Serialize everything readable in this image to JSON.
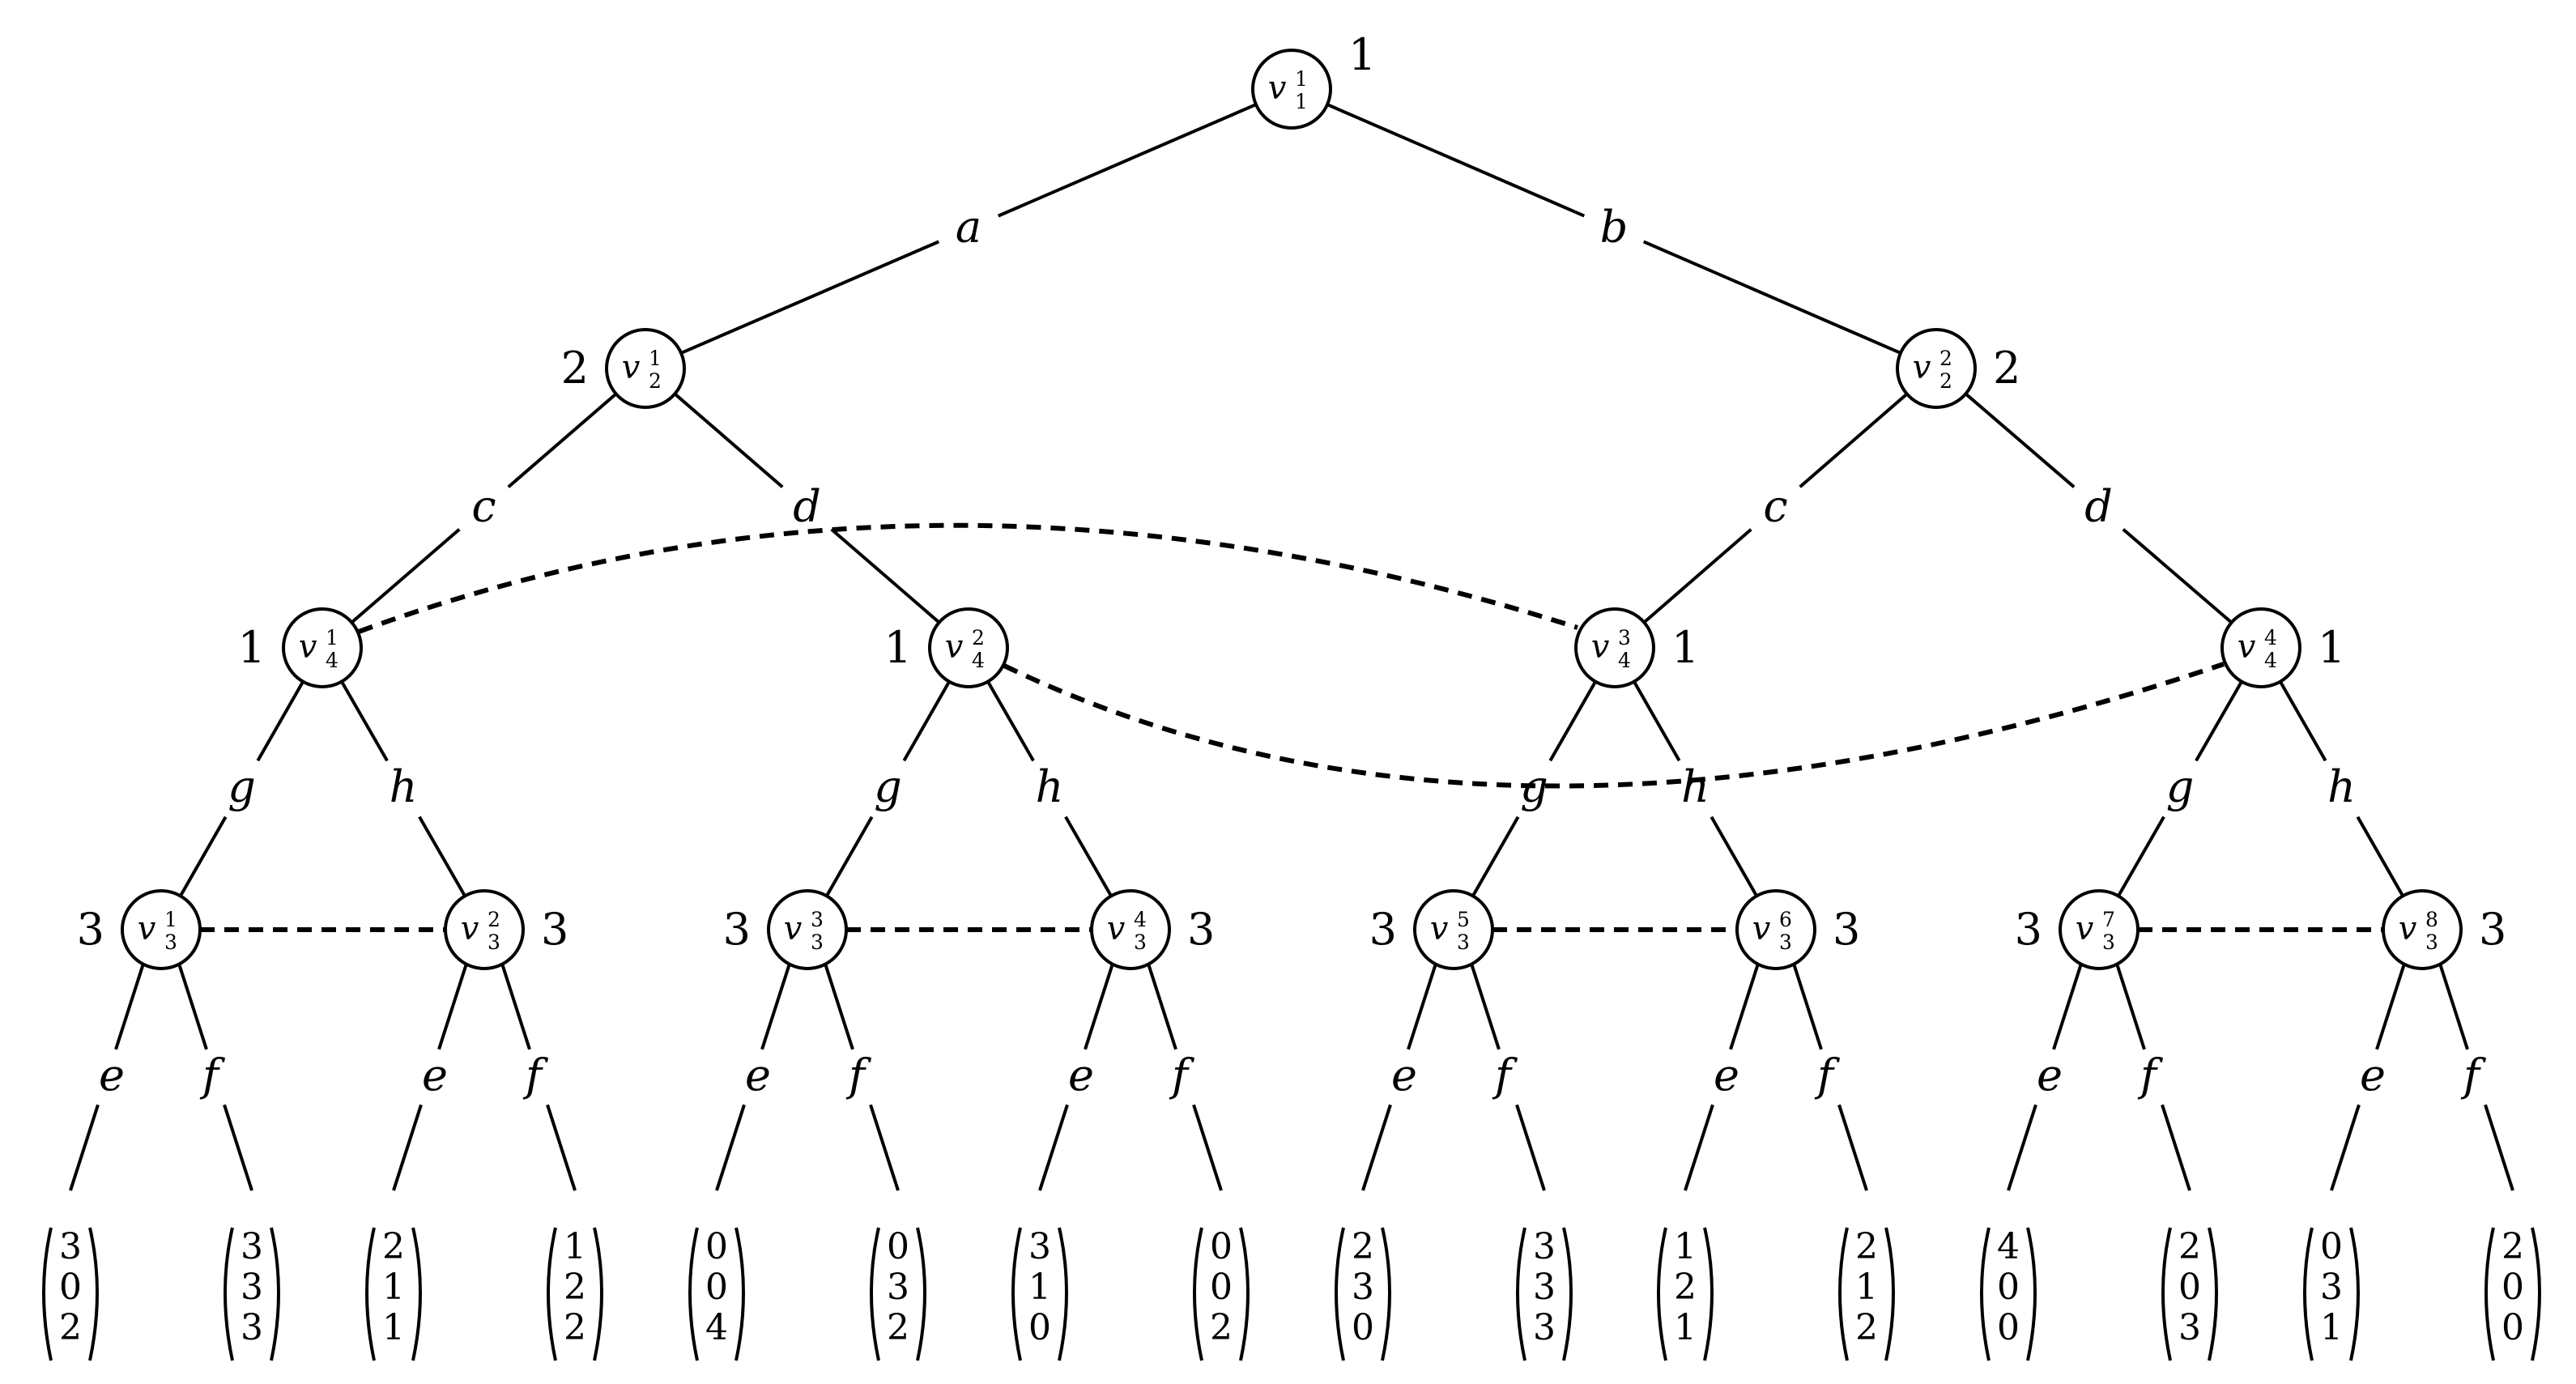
{
  "nodes": [
    {
      "id": "v1_1",
      "base": "v",
      "sup": "1",
      "sub": "1",
      "player": "1"
    },
    {
      "id": "v2_1",
      "base": "v",
      "sup": "1",
      "sub": "2",
      "player": "2"
    },
    {
      "id": "v2_2",
      "base": "v",
      "sup": "2",
      "sub": "2",
      "player": "2"
    },
    {
      "id": "v4_1",
      "base": "v",
      "sup": "1",
      "sub": "4",
      "player": "1"
    },
    {
      "id": "v4_2",
      "base": "v",
      "sup": "2",
      "sub": "4",
      "player": "1"
    },
    {
      "id": "v4_3",
      "base": "v",
      "sup": "3",
      "sub": "4",
      "player": "1"
    },
    {
      "id": "v4_4",
      "base": "v",
      "sup": "4",
      "sub": "4",
      "player": "1"
    },
    {
      "id": "v3_1",
      "base": "v",
      "sup": "1",
      "sub": "3",
      "player": "3"
    },
    {
      "id": "v3_2",
      "base": "v",
      "sup": "2",
      "sub": "3",
      "player": "3"
    },
    {
      "id": "v3_3",
      "base": "v",
      "sup": "3",
      "sub": "3",
      "player": "3"
    },
    {
      "id": "v3_4",
      "base": "v",
      "sup": "4",
      "sub": "3",
      "player": "3"
    },
    {
      "id": "v3_5",
      "base": "v",
      "sup": "5",
      "sub": "3",
      "player": "3"
    },
    {
      "id": "v3_6",
      "base": "v",
      "sup": "6",
      "sub": "3",
      "player": "3"
    },
    {
      "id": "v3_7",
      "base": "v",
      "sup": "7",
      "sub": "3",
      "player": "3"
    },
    {
      "id": "v3_8",
      "base": "v",
      "sup": "8",
      "sub": "3",
      "player": "3"
    }
  ],
  "edges": [
    {
      "from": "v1_1",
      "to": "v2_1",
      "action": "a"
    },
    {
      "from": "v1_1",
      "to": "v2_2",
      "action": "b"
    },
    {
      "from": "v2_1",
      "to": "v4_1",
      "action": "c"
    },
    {
      "from": "v2_1",
      "to": "v4_2",
      "action": "d"
    },
    {
      "from": "v2_2",
      "to": "v4_3",
      "action": "c"
    },
    {
      "from": "v2_2",
      "to": "v4_4",
      "action": "d"
    },
    {
      "from": "v4_1",
      "to": "v3_1",
      "action": "g"
    },
    {
      "from": "v4_1",
      "to": "v3_2",
      "action": "h"
    },
    {
      "from": "v4_2",
      "to": "v3_3",
      "action": "g"
    },
    {
      "from": "v4_2",
      "to": "v3_4",
      "action": "h"
    },
    {
      "from": "v4_3",
      "to": "v3_5",
      "action": "g"
    },
    {
      "from": "v4_3",
      "to": "v3_6",
      "action": "h"
    },
    {
      "from": "v4_4",
      "to": "v3_7",
      "action": "g"
    },
    {
      "from": "v4_4",
      "to": "v3_8",
      "action": "h"
    }
  ],
  "leaf_action_labels": [
    "e",
    "f"
  ],
  "information_sets": [
    [
      "v4_1",
      "v4_3"
    ],
    [
      "v4_2",
      "v4_4"
    ],
    [
      "v3_1",
      "v3_2"
    ],
    [
      "v3_3",
      "v3_4"
    ],
    [
      "v3_5",
      "v3_6"
    ],
    [
      "v3_7",
      "v3_8"
    ]
  ],
  "payoffs": [
    [
      "3",
      "0",
      "2"
    ],
    [
      "3",
      "3",
      "3"
    ],
    [
      "2",
      "1",
      "1"
    ],
    [
      "1",
      "2",
      "2"
    ],
    [
      "0",
      "0",
      "4"
    ],
    [
      "0",
      "3",
      "2"
    ],
    [
      "3",
      "1",
      "0"
    ],
    [
      "0",
      "0",
      "2"
    ],
    [
      "2",
      "3",
      "0"
    ],
    [
      "3",
      "3",
      "3"
    ],
    [
      "1",
      "2",
      "1"
    ],
    [
      "2",
      "1",
      "2"
    ],
    [
      "4",
      "0",
      "0"
    ],
    [
      "2",
      "0",
      "3"
    ],
    [
      "0",
      "3",
      "1"
    ],
    [
      "2",
      "0",
      "0"
    ]
  ]
}
